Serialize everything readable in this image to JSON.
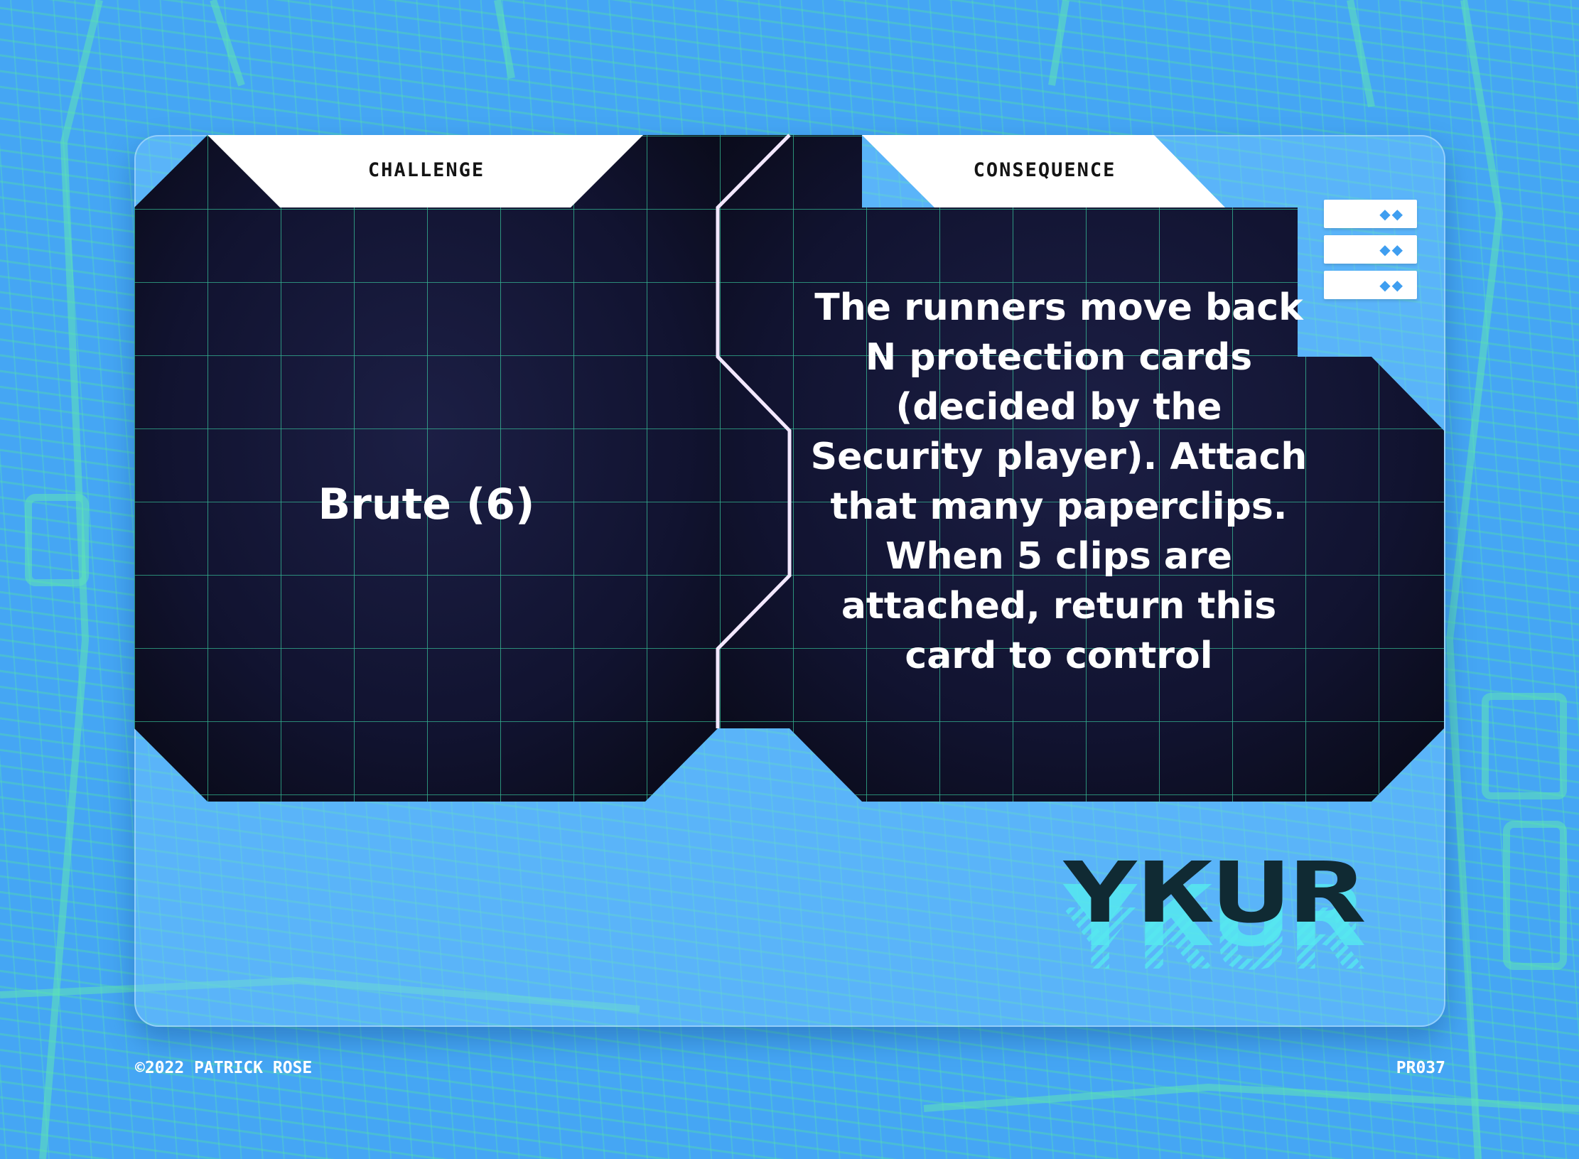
{
  "card": {
    "challenge_label": "CHALLENGE",
    "consequence_label": "CONSEQUENCE",
    "challenge_text": "Brute (6)",
    "consequence_text": "The runners move back N protection cards (decided by the Security player). Attach that many paperclips. When 5 clips are attached, return this card to control"
  },
  "logo": {
    "text": "YKUR",
    "color": "#102a33",
    "echo_color": "#56e8f0"
  },
  "side_buttons": [
    {
      "icon": "diamond-pair-icon",
      "glyph": "◆◆"
    },
    {
      "icon": "diamond-pair-icon",
      "glyph": "◆◆"
    },
    {
      "icon": "diamond-pair-icon",
      "glyph": "◆◆"
    }
  ],
  "footer": {
    "copyright": "©2022 PATRICK ROSE",
    "card_code": "PR037"
  },
  "colors": {
    "background": "#45a6f4",
    "texture": "#4fd9b0",
    "panel": "#0f1124",
    "grid_line": "#3fe6b0",
    "divider": "#f0e6ff",
    "tab": "#ffffff"
  }
}
